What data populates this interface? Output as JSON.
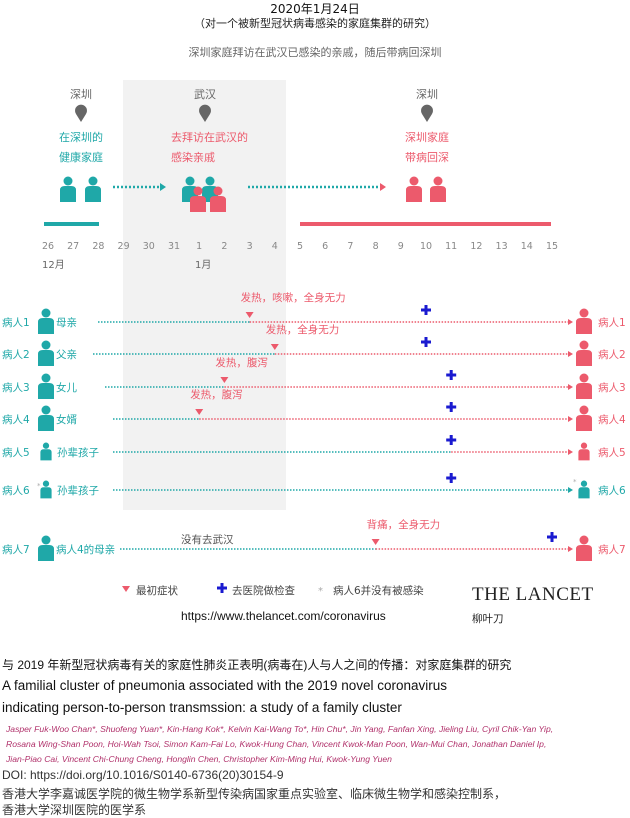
{
  "header": {
    "title": "2020年1月24日",
    "subtitle": "（对一个被新型冠状病毒感染的家庭集群的研究）",
    "caption": "深圳家庭拜访在武汉已感染的亲戚，随后带病回深圳"
  },
  "stages": [
    {
      "city": "深圳",
      "line1": "在深圳的",
      "line2": "健康家庭"
    },
    {
      "city": "武汉",
      "line1": "去拜访在武汉的",
      "line2": "感染亲戚"
    },
    {
      "city": "深圳",
      "line1": "深圳家庭",
      "line2": "带病回深"
    }
  ],
  "timeline": {
    "days": [
      "26",
      "27",
      "28",
      "29",
      "30",
      "31",
      "1",
      "2",
      "3",
      "4",
      "5",
      "6",
      "7",
      "8",
      "9",
      "10",
      "11",
      "12",
      "13",
      "14",
      "15"
    ],
    "month_dec": "12月",
    "month_jan": "1月"
  },
  "patients": [
    {
      "label": "病人1",
      "role": "母亲",
      "symptoms": "发热，咳嗽，全身无力",
      "symptom_day": 8,
      "hospital_day": 15,
      "infected": true
    },
    {
      "label": "病人2",
      "role": "父亲",
      "symptoms": "发热，全身无力",
      "symptom_day": 9,
      "hospital_day": 15,
      "infected": true
    },
    {
      "label": "病人3",
      "role": "女儿",
      "symptoms": "发热，腹泻",
      "symptom_day": 7,
      "hospital_day": 16,
      "infected": true
    },
    {
      "label": "病人4",
      "role": "女婿",
      "symptoms": "发热，腹泻",
      "symptom_day": 6,
      "hospital_day": 16,
      "infected": true
    },
    {
      "label": "病人5",
      "role": "孙辈孩子",
      "symptoms": "",
      "symptom_day": null,
      "hospital_day": 16,
      "infected": true
    },
    {
      "label": "病人6",
      "role": "孙辈孩子",
      "symptoms": "",
      "symptom_day": null,
      "hospital_day": 16,
      "infected": false
    },
    {
      "label": "病人7",
      "role": "病人4的母亲",
      "symptoms": "背痛，全身无力",
      "symptom_day": 13,
      "hospital_day": 20,
      "infected": true,
      "note": "没有去武汉"
    }
  ],
  "legend": {
    "symptom": "最初症状",
    "hospital": "去医院做检查",
    "not_infected": "病人6并没有被感染"
  },
  "brand": {
    "name": "THE LANCET",
    "cn": "柳叶刀",
    "url": "https://www.thelancet.com/coronavirus"
  },
  "paper": {
    "title_cn": "与 2019 年新型冠状病毒有关的家庭性肺炎正表明(病毒在)人与人之间的传播：对家庭集群的研究",
    "title_en1": "A familial cluster of pneumonia associated with the 2019 novel coronavirus",
    "title_en2": "indicating person-to-person transmssion: a study of a family cluster",
    "authors1": "Jasper Fuk-Woo Chan*, Shuofeng Yuan*, Kin-Hang Kok*, Kelvin Kai-Wang To*, Hin Chu*, Jin Yang, Fanfan Xing, Jieling Liu, Cyril Chik-Yan Yip,",
    "authors2": "Rosana Wing-Shan Poon, Hoi-Wah Tsoi, Simon Kam-Fai Lo, Kwok-Hung Chan, Vincent Kwok-Man Poon, Wan-Mui Chan, Jonathan Daniel Ip,",
    "authors3": "Jian-Piao Cai, Vincent Chi-Chung Cheng, Honglin Chen, Christopher Kim-Ming Hui, Kwok-Yung Yuen",
    "doi": "DOI: https://doi.org/10.1016/S0140-6736(20)30154-9",
    "affil1": "香港大学李嘉诚医学院的微生物学系新型传染病国家重点实验室、临床微生物学和感染控制系，",
    "affil2": "香港大学深圳医院的医学系"
  },
  "colors": {
    "teal": "#1fa8a8",
    "pink": "#ec5a6c",
    "blue": "#1a1ad0",
    "band": "#f2f2f2"
  }
}
